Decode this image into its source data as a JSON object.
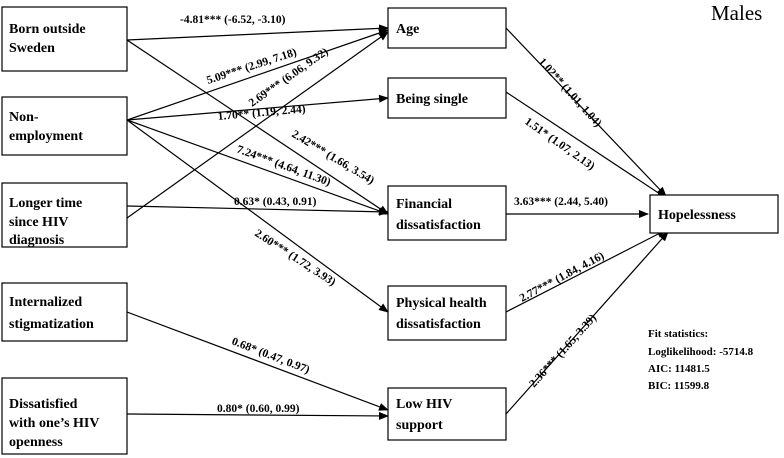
{
  "title": "Males",
  "boxes": {
    "born_outside": [
      "Born outside",
      "Sweden"
    ],
    "non_employment": [
      "Non-",
      "employment"
    ],
    "longer_time": [
      "Longer time",
      "since HIV",
      "diagnosis"
    ],
    "internalized": [
      "Internalized",
      "stigmatization"
    ],
    "dissatisfied_openness": [
      "Dissatisfied",
      "with one’s HIV",
      "openness"
    ],
    "age": [
      "Age"
    ],
    "being_single": [
      "Being single"
    ],
    "financial": [
      "Financial",
      "dissatisfaction"
    ],
    "physical": [
      "Physical health",
      "dissatisfaction"
    ],
    "low_hiv": [
      "Low HIV",
      "support"
    ],
    "hopelessness": [
      "Hopelessness"
    ]
  },
  "edges": {
    "born_age": "-4.81*** (-6.52, -3.10)",
    "nonemp_age": "5.09*** (2.99, 7.18)",
    "longer_age": "2.69*** (6.06, 9.32)",
    "nonemp_single": "1.70** (1.19, 2.44)",
    "born_financial": "2.42*** (1.66, 3.54)",
    "nonemp_financial": "7.24*** (4.64, 11.30)",
    "longer_financial": "0.63* (0.43, 0.91)",
    "nonemp_physical": "2.60*** (1.72, 3.93)",
    "internal_lowhiv": "0.68* (0.47, 0.97)",
    "dissat_lowhiv": "0.80* (0.60, 0.99)",
    "age_hope": "1.02** (1.01, 1.04)",
    "single_hope": "1.51* (1.07, 2.13)",
    "financial_hope": "3.63*** (2.44, 5.40)",
    "physical_hope": "2.77*** (1.84, 4.16)",
    "lowhiv_hope": "2.36*** (1.65, 3.39)"
  },
  "fit": {
    "heading": "Fit statistics:",
    "loglikelihood": "Loglikelihood: -5714.8",
    "aic": "AIC: 11481.5",
    "bic": "BIC: 11599.8"
  }
}
